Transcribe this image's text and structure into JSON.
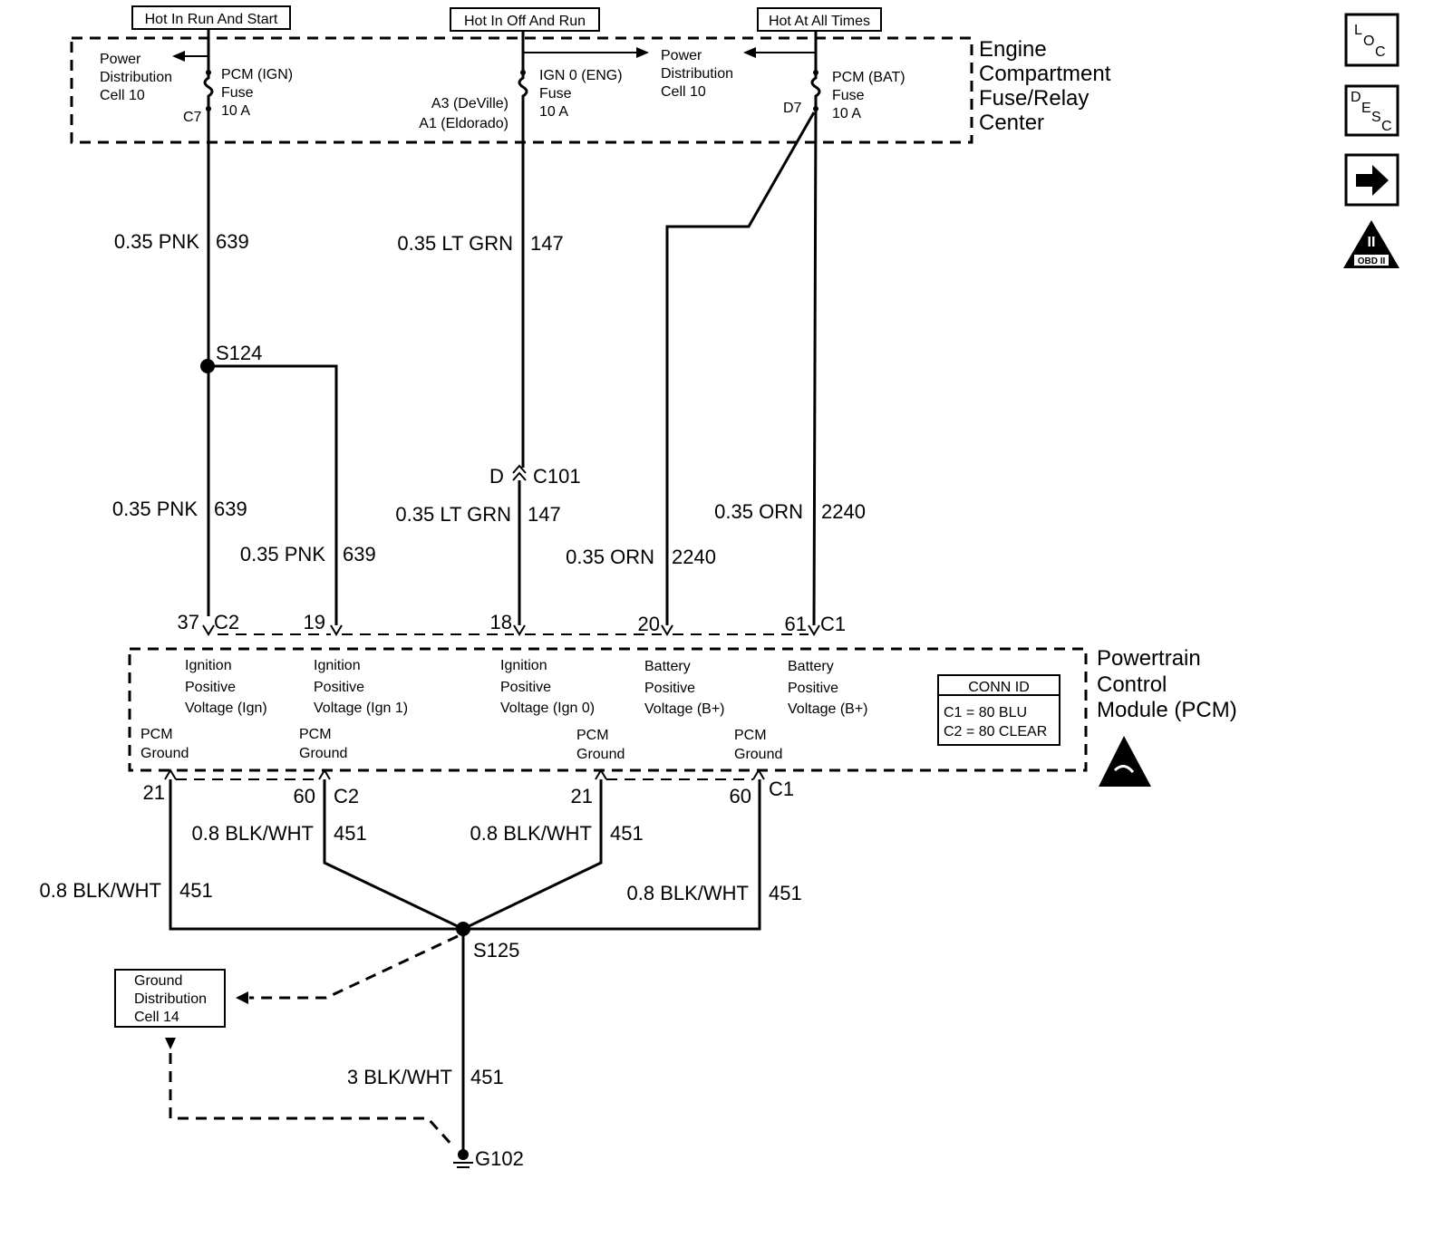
{
  "hot_labels": {
    "run_start": "Hot In Run And Start",
    "off_run": "Hot In Off And Run",
    "all_times": "Hot At All Times"
  },
  "fuse_center": {
    "title": [
      "Engine",
      "Compartment",
      "Fuse/Relay",
      "Center"
    ],
    "pdc_left": [
      "Power",
      "Distribution",
      "Cell 10"
    ],
    "pdc_right": [
      "Power",
      "Distribution",
      "Cell 10"
    ],
    "fuse_ign": [
      "PCM (IGN)",
      "Fuse",
      "10 A"
    ],
    "fuse_ign_pin": "C7",
    "fuse_eng": [
      "IGN 0 (ENG)",
      "Fuse",
      "10 A"
    ],
    "fuse_eng_pins": [
      "A3 (DeVille)",
      "A1 (Eldorado)"
    ],
    "fuse_bat": [
      "PCM (BAT)",
      "Fuse",
      "10 A"
    ],
    "fuse_bat_pin": "D7"
  },
  "wires": {
    "pnk_top": {
      "gauge": "0.35 PNK",
      "circuit": "639"
    },
    "ltgrn_top": {
      "gauge": "0.35 LT GRN",
      "circuit": "147"
    },
    "pnk_a": {
      "gauge": "0.35 PNK",
      "circuit": "639"
    },
    "pnk_b": {
      "gauge": "0.35 PNK",
      "circuit": "639"
    },
    "ltgrn_b": {
      "gauge": "0.35 LT GRN",
      "circuit": "147"
    },
    "orn_a": {
      "gauge": "0.35 ORN",
      "circuit": "2240"
    },
    "orn_b": {
      "gauge": "0.35 ORN",
      "circuit": "2240"
    },
    "gnd_1": {
      "gauge": "0.8 BLK/WHT",
      "circuit": "451"
    },
    "gnd_2": {
      "gauge": "0.8 BLK/WHT",
      "circuit": "451"
    },
    "gnd_3": {
      "gauge": "0.8 BLK/WHT",
      "circuit": "451"
    },
    "gnd_4": {
      "gauge": "0.8 BLK/WHT",
      "circuit": "451"
    },
    "gnd_main": {
      "gauge": "3 BLK/WHT",
      "circuit": "451"
    }
  },
  "splices": {
    "s124": "S124",
    "s125": "S125"
  },
  "inline_connector": {
    "pin": "D",
    "name": "C101"
  },
  "pcm_pins_top": [
    {
      "pin": "37",
      "conn": "C2"
    },
    {
      "pin": "19",
      "conn": ""
    },
    {
      "pin": "18",
      "conn": ""
    },
    {
      "pin": "20",
      "conn": ""
    },
    {
      "pin": "61",
      "conn": "C1"
    }
  ],
  "pcm_pins_bottom": [
    {
      "pin": "21",
      "conn": ""
    },
    {
      "pin": "60",
      "conn": "C2"
    },
    {
      "pin": "21",
      "conn": ""
    },
    {
      "pin": "60",
      "conn": "C1"
    }
  ],
  "pcm": {
    "title": [
      "Powertrain",
      "Control",
      "Module (PCM)"
    ],
    "inputs": [
      [
        "Ignition",
        "Positive",
        "Voltage (Ign)"
      ],
      [
        "Ignition",
        "Positive",
        "Voltage (Ign 1)"
      ],
      [
        "Ignition",
        "Positive",
        "Voltage (Ign 0)"
      ],
      [
        "Battery",
        "Positive",
        "Voltage (B+)"
      ],
      [
        "Battery",
        "Positive",
        "Voltage (B+)"
      ]
    ],
    "grounds": [
      [
        "PCM",
        "Ground"
      ],
      [
        "PCM",
        "Ground"
      ],
      [
        "PCM",
        "Ground"
      ],
      [
        "PCM",
        "Ground"
      ]
    ],
    "conn_id": {
      "title": "CONN ID",
      "c1": "C1 = 80 BLU",
      "c2": "C2 = 80 CLEAR"
    }
  },
  "ground_dist": [
    "Ground",
    "Distribution",
    "Cell 14"
  ],
  "ground_point": "G102",
  "side_icons": {
    "loc": [
      "L",
      "O",
      "C"
    ],
    "desc": [
      "D",
      "E",
      "S",
      "C"
    ],
    "obd": "OBD II",
    "obd_num": "II"
  }
}
